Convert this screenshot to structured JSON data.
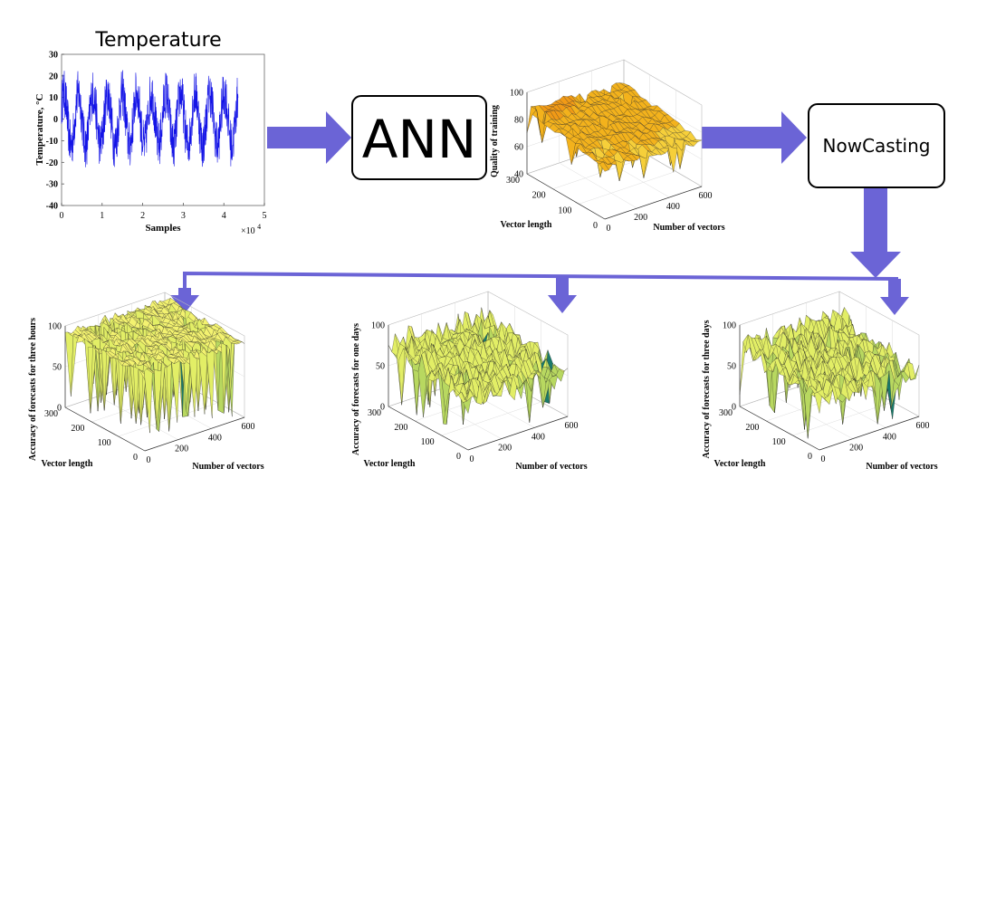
{
  "temperature_chart": {
    "title": "Temperature",
    "ylabel": "Temperature, °C",
    "xlabel": "Samples",
    "x_multiplier": "×10",
    "x_multiplier_exp": "4",
    "xlim": [
      0,
      5
    ],
    "ylim": [
      -40,
      30
    ],
    "xticks": [
      "0",
      "1",
      "2",
      "3",
      "4",
      "5"
    ],
    "yticks": [
      "30",
      "20",
      "10",
      "0",
      "-10",
      "-20",
      "-30",
      "-40"
    ]
  },
  "ann_box": {
    "label": "ANN"
  },
  "nowcasting_box": {
    "label": "NowCasting"
  },
  "training_chart": {
    "zlabel": "Quality of training",
    "xlabel": "Number of vectors",
    "ylabel": "Vector length",
    "zticks": [
      "100",
      "80",
      "60",
      "40"
    ],
    "xticks": [
      "0",
      "200",
      "400",
      "600"
    ],
    "yticks": [
      "300",
      "200",
      "100",
      "0"
    ]
  },
  "forecast_charts": [
    {
      "zlabel": "Accuracy of forecasts for three hours",
      "xlabel": "Number of vectors",
      "ylabel": "Vector length",
      "zticks": [
        "100",
        "50",
        "0"
      ],
      "xticks": [
        "0",
        "200",
        "400",
        "600"
      ],
      "yticks": [
        "300",
        "200",
        "100",
        "0"
      ]
    },
    {
      "zlabel": "Accuracy of forecasts for one days",
      "xlabel": "Number of vectors",
      "ylabel": "Vector length",
      "zticks": [
        "100",
        "50",
        "0"
      ],
      "xticks": [
        "0",
        "200",
        "400",
        "600"
      ],
      "yticks": [
        "300",
        "200",
        "100",
        "0"
      ]
    },
    {
      "zlabel": "Accuracy of forecasts for three days",
      "xlabel": "Number of vectors",
      "ylabel": "Vector length",
      "zticks": [
        "100",
        "50",
        "0"
      ],
      "xticks": [
        "0",
        "200",
        "400",
        "600"
      ],
      "yticks": [
        "300",
        "200",
        "100",
        "0"
      ]
    }
  ],
  "colors": {
    "arrow": "#6b64d6",
    "temperature_line": "#1414e6",
    "training_surface": "#f3b21c",
    "forecast_surface": "#f3f270",
    "forecast_low": "#1b7a6a"
  }
}
